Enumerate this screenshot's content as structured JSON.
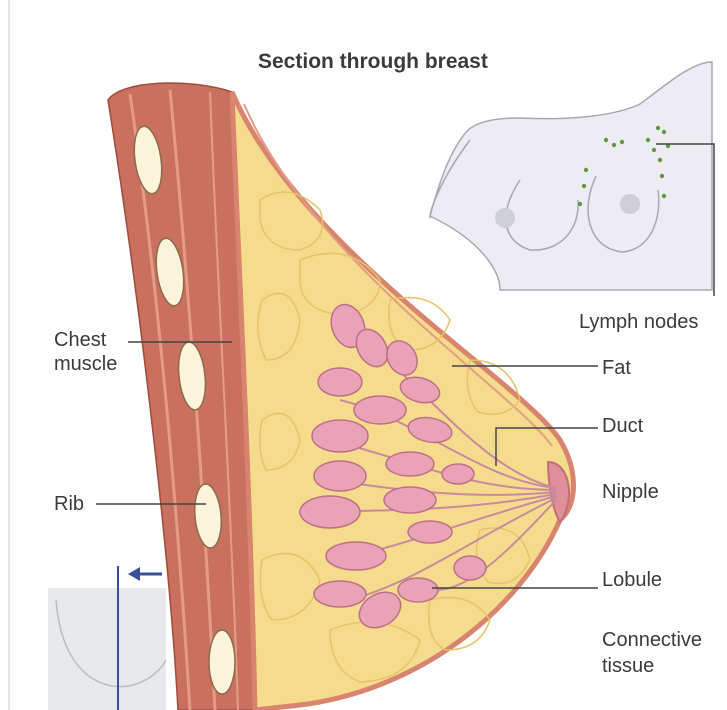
{
  "title": "Section through breast",
  "labels": {
    "chest_muscle_line1": "Chest",
    "chest_muscle_line2": "muscle",
    "rib": "Rib",
    "lymph_nodes": "Lymph nodes",
    "fat": "Fat",
    "duct": "Duct",
    "nipple": "Nipple",
    "lobule": "Lobule",
    "connective_tissue_line1": "Connective",
    "connective_tissue_line2": "tissue"
  },
  "colors": {
    "fat": "#f5dc8c",
    "fat_lobule_line": "#e7c368",
    "muscle": "#c9705e",
    "muscle_stripe": "#e49c86",
    "skin_edge": "#d9846e",
    "lobule": "#e9a3b6",
    "lobule_edge": "#c06e88",
    "rib": "#fbf3da",
    "leader_line": "#444444",
    "lymph_node": "#5e9a3c",
    "arrow": "#3a4f9a"
  },
  "icons": [
    "torso-inset-illustration",
    "section-arrow-icon",
    "side-view-thumbnail"
  ]
}
